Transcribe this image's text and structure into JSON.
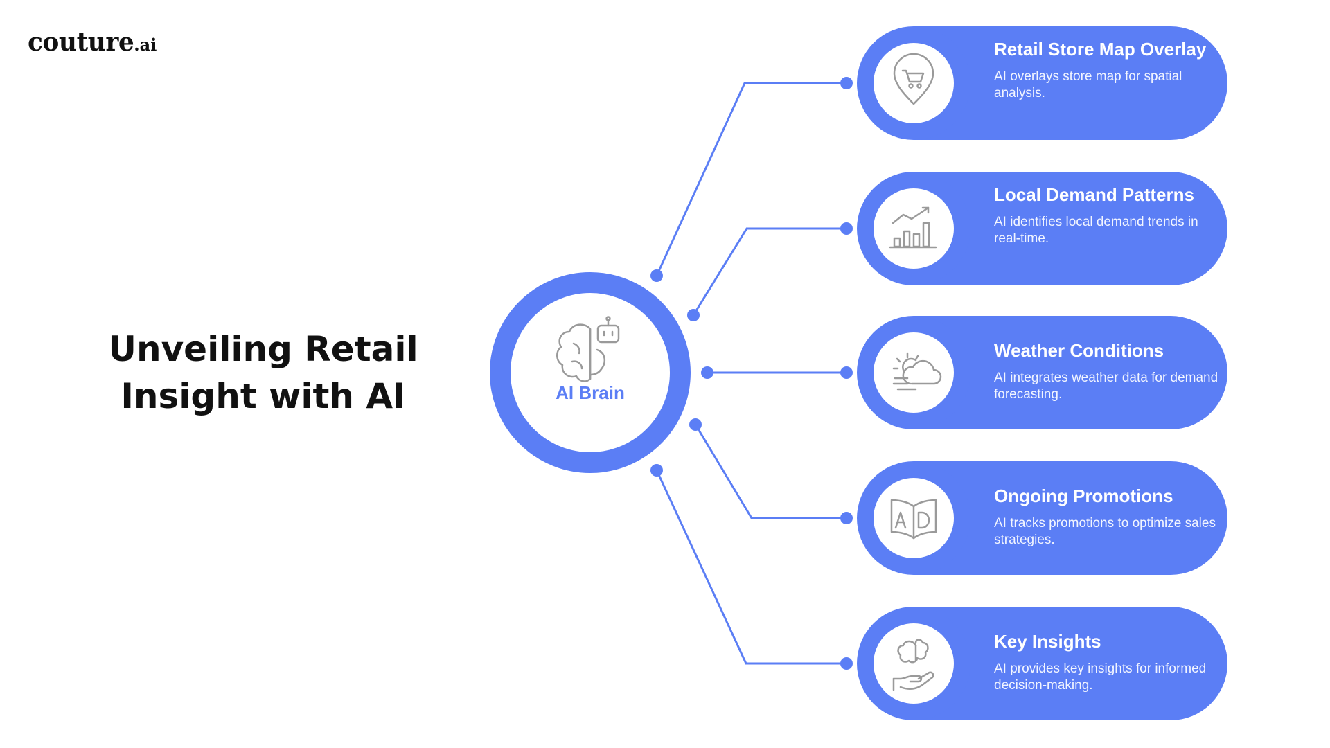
{
  "brand": {
    "logo_main": "couture",
    "logo_sub": ".ai"
  },
  "title": "Unveiling Retail Insight with AI",
  "hub": {
    "label": "AI Brain",
    "icon": "brain-robot-icon"
  },
  "colors": {
    "accent": "#5b7ef5",
    "connector": "#5b7ef5",
    "text_dark": "#111111",
    "white": "#ffffff"
  },
  "nodes": [
    {
      "title": "Retail Store Map Overlay",
      "desc": "AI overlays store map for spatial analysis.",
      "icon": "map-pin-cart-icon"
    },
    {
      "title": "Local Demand Patterns",
      "desc": "AI identifies local demand trends in real-time.",
      "icon": "trend-bar-chart-icon"
    },
    {
      "title": "Weather Conditions",
      "desc": "AI integrates weather data for demand forecasting.",
      "icon": "sun-cloud-icon"
    },
    {
      "title": "Ongoing Promotions",
      "desc": "AI tracks promotions to optimize sales strategies.",
      "icon": "ad-book-icon"
    },
    {
      "title": "Key Insights",
      "desc": "AI provides key insights for informed decision-making.",
      "icon": "brain-hand-icon"
    }
  ]
}
